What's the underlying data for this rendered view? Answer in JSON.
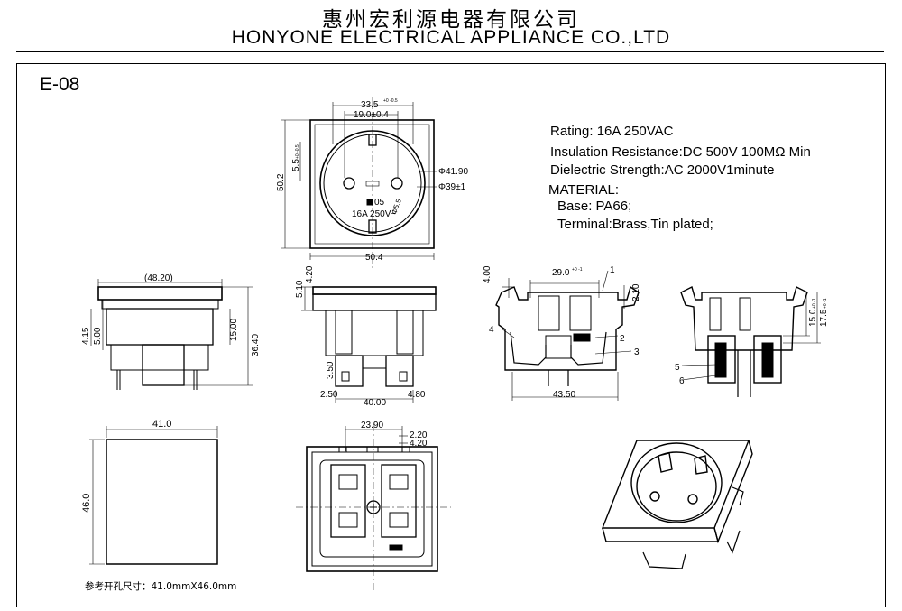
{
  "header": {
    "company_cn": "惠州宏利源电器有限公司",
    "company_en": "HONYONE  ELECTRICAL  APPLIANCE  CO.,LTD"
  },
  "model": "E-08",
  "specs": {
    "rating": "Rating: 16A 250VAC",
    "insulation": "Insulation Resistance:DC 500V 100MΩ  Min",
    "dielectric": "Dielectric Strength:AC 2000V1minute",
    "material_title": "MATERIAL:",
    "base": "Base: PA66;",
    "terminal": "Terminal:Brass,Tin plated;"
  },
  "front_view": {
    "dim_top": "33.5",
    "dim_top_tol": "+0 -0.5",
    "dim_inner": "19.0±0.4",
    "dim_left": "5.5",
    "dim_left_tol": "+0 -0.5",
    "dim_height": "50.2",
    "dim_width": "50.4",
    "dim_outer_dia": "Φ41.90",
    "dim_inner_dia": "Φ39±1",
    "marking": "16A 250V~",
    "marking_code": "05",
    "dim_pin": "Φ5.5"
  },
  "side_view_left": {
    "dim_top": "(48.20)",
    "dim_a": "4.15",
    "dim_b": "5.00",
    "dim_c": "15.00",
    "dim_d": "36.40"
  },
  "side_view_mid": {
    "dim_a": "5.10",
    "dim_b": "4.20",
    "dim_c": "3.50",
    "dim_d": "2.50",
    "dim_e": "40.00",
    "dim_f": "4.80"
  },
  "section_view": {
    "dim_top": "29.0",
    "dim_top_tol": "+0 -1",
    "dim_left": "4.00",
    "dim_right": "2.10",
    "dim_bottom": "43.50",
    "label_1": "1",
    "label_2": "2",
    "label_3": "3",
    "label_4": "4"
  },
  "section_view_right": {
    "dim_a": "15.0",
    "dim_a_tol": "+0 -1",
    "dim_b": "17.5",
    "dim_b_tol": "+0 -1",
    "label_5": "5",
    "label_6": "6"
  },
  "cutout": {
    "dim_width": "41.0",
    "dim_height": "46.0",
    "reference": "参考开孔尺寸：41.0mmX46.0mm"
  },
  "rear_view": {
    "dim_a": "23.90",
    "dim_b": "2.20",
    "dim_c": "4.20"
  }
}
